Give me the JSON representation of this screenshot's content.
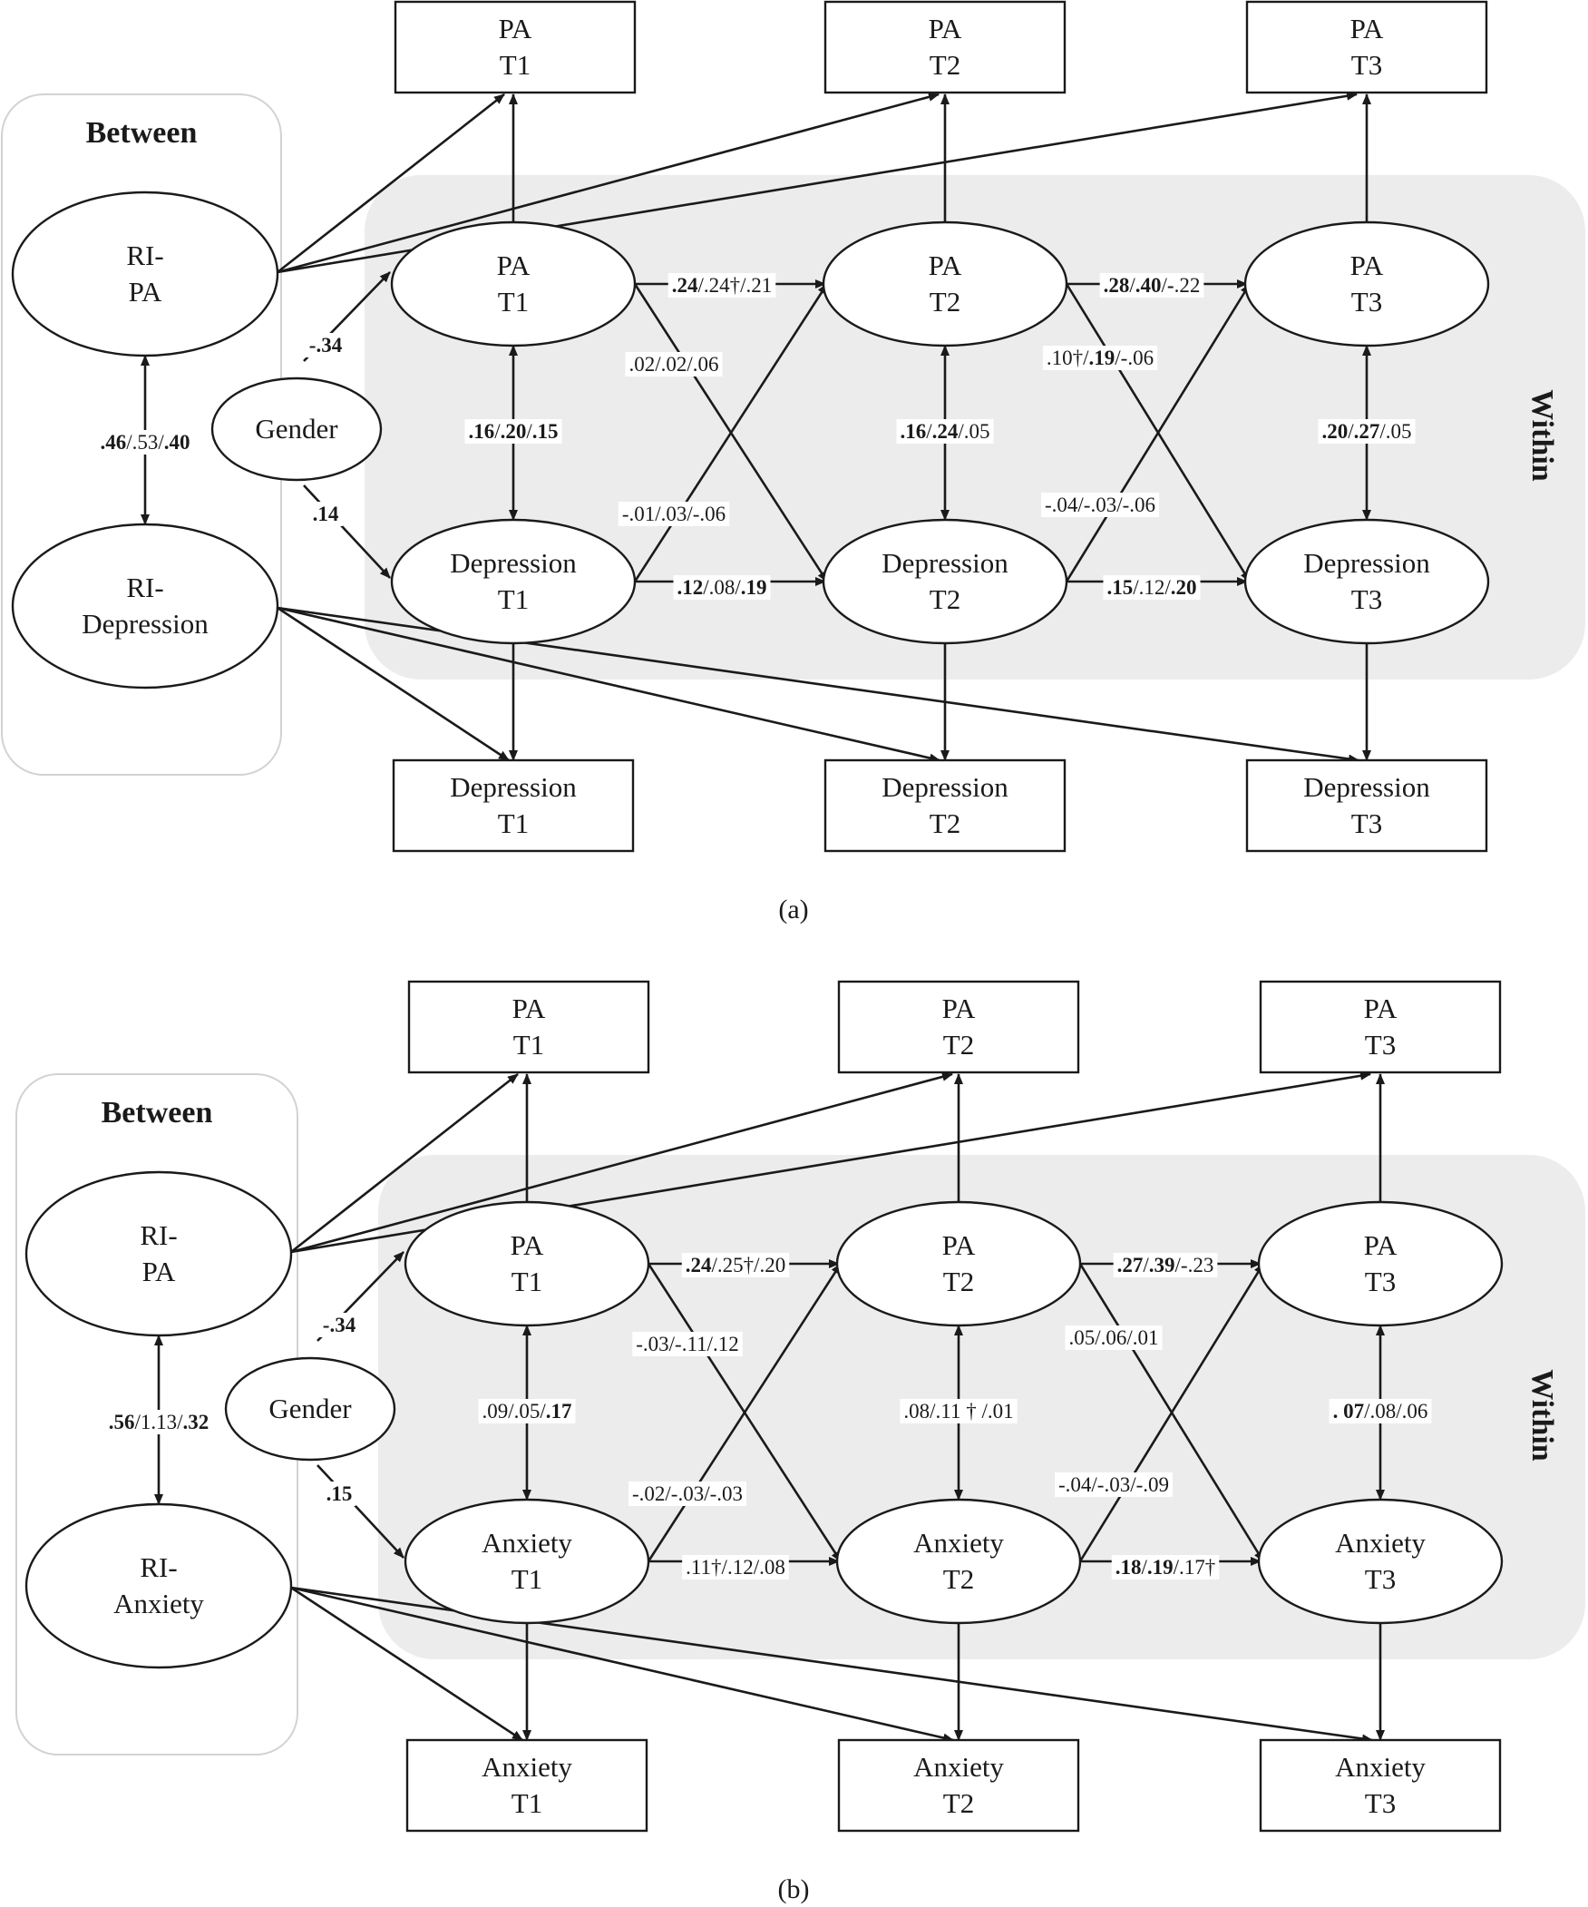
{
  "panels": [
    {
      "id": "a",
      "caption": "(a)",
      "between_label": "Between",
      "within_label": "Within",
      "nodes": {
        "obs_pa_t1": [
          "PA",
          "T1"
        ],
        "obs_pa_t2": [
          "PA",
          "T2"
        ],
        "obs_pa_t3": [
          "PA",
          "T3"
        ],
        "ri_pa": [
          "RI-",
          "PA"
        ],
        "ri_y": [
          "RI-",
          "Depression"
        ],
        "gender": [
          "Gender"
        ],
        "pa_t1": [
          "PA",
          "T1"
        ],
        "pa_t2": [
          "PA",
          "T2"
        ],
        "pa_t3": [
          "PA",
          "T3"
        ],
        "y_t1": [
          "Depression",
          "T1"
        ],
        "y_t2": [
          "Depression",
          "T2"
        ],
        "y_t3": [
          "Depression",
          "T3"
        ],
        "obs_y_t1": [
          "Depression",
          "T1"
        ],
        "obs_y_t2": [
          "Depression",
          "T2"
        ],
        "obs_y_t3": [
          "Depression",
          "T3"
        ]
      },
      "labels": {
        "ri_cov": [
          [
            ".46",
            true
          ],
          [
            "/.53/",
            false
          ],
          [
            ".40",
            true
          ]
        ],
        "gender_pa": [
          [
            "-.34",
            true
          ]
        ],
        "gender_y": [
          [
            ".14",
            true
          ]
        ],
        "cov_t1": [
          [
            ".16",
            true
          ],
          [
            "/",
            false
          ],
          [
            ".20",
            true
          ],
          [
            "/",
            false
          ],
          [
            ".15",
            true
          ]
        ],
        "cov_t2": [
          [
            ".16",
            true
          ],
          [
            "/",
            false
          ],
          [
            ".24",
            true
          ],
          [
            "/.05",
            false
          ]
        ],
        "cov_t3": [
          [
            ".20",
            true
          ],
          [
            "/",
            false
          ],
          [
            ".27",
            true
          ],
          [
            "/.05",
            false
          ]
        ],
        "ar_pa_12": [
          [
            ".24",
            true
          ],
          [
            "/.24†/.21",
            false
          ]
        ],
        "ar_pa_23": [
          [
            ".28",
            true
          ],
          [
            "/",
            false
          ],
          [
            ".40",
            true
          ],
          [
            "/",
            false
          ],
          [
            "-",
            true
          ],
          [
            ".22",
            false
          ]
        ],
        "ar_y_12": [
          [
            ".12",
            true
          ],
          [
            "/.08/",
            false
          ],
          [
            ".19",
            true
          ]
        ],
        "ar_y_23": [
          [
            ".15",
            true
          ],
          [
            "/.12/",
            false
          ],
          [
            ".20",
            true
          ]
        ],
        "cl_pa_y_12": [
          [
            ".02/.02/.06",
            false
          ]
        ],
        "cl_pa_y_23": [
          [
            ".10†/",
            false
          ],
          [
            ".19",
            true
          ],
          [
            "/-.06",
            false
          ]
        ],
        "cl_y_pa_12": [
          [
            "-.01/.03/-.06",
            false
          ]
        ],
        "cl_y_pa_23": [
          [
            "-.04/-.03/-.06",
            false
          ]
        ]
      }
    },
    {
      "id": "b",
      "caption": "(b)",
      "between_label": "Between",
      "within_label": "Within",
      "nodes": {
        "obs_pa_t1": [
          "PA",
          "T1"
        ],
        "obs_pa_t2": [
          "PA",
          "T2"
        ],
        "obs_pa_t3": [
          "PA",
          "T3"
        ],
        "ri_pa": [
          "RI-",
          "PA"
        ],
        "ri_y": [
          "RI-",
          "Anxiety"
        ],
        "gender": [
          "Gender"
        ],
        "pa_t1": [
          "PA",
          "T1"
        ],
        "pa_t2": [
          "PA",
          "T2"
        ],
        "pa_t3": [
          "PA",
          "T3"
        ],
        "y_t1": [
          "Anxiety",
          "T1"
        ],
        "y_t2": [
          "Anxiety",
          "T2"
        ],
        "y_t3": [
          "Anxiety",
          "T3"
        ],
        "obs_y_t1": [
          "Anxiety",
          "T1"
        ],
        "obs_y_t2": [
          "Anxiety",
          "T2"
        ],
        "obs_y_t3": [
          "Anxiety",
          "T3"
        ]
      },
      "labels": {
        "ri_cov": [
          [
            ".56",
            true
          ],
          [
            "/1.13/",
            false
          ],
          [
            ".32",
            true
          ]
        ],
        "gender_pa": [
          [
            "-.34",
            true
          ]
        ],
        "gender_y": [
          [
            ".15",
            true
          ]
        ],
        "cov_t1": [
          [
            ".09/.05/",
            false
          ],
          [
            ".17",
            true
          ]
        ],
        "cov_t2": [
          [
            ".08/.11 † /.01",
            false
          ]
        ],
        "cov_t3": [
          [
            ". 07",
            true
          ],
          [
            "/.08/.06",
            false
          ]
        ],
        "ar_pa_12": [
          [
            ".24",
            true
          ],
          [
            "/.25†/.20",
            false
          ]
        ],
        "ar_pa_23": [
          [
            ".27",
            true
          ],
          [
            "/",
            false
          ],
          [
            ".39",
            true
          ],
          [
            "/-.23",
            false
          ]
        ],
        "ar_y_12": [
          [
            ".11†/.12/.08",
            false
          ]
        ],
        "ar_y_23": [
          [
            ".18",
            true
          ],
          [
            "/",
            false
          ],
          [
            ".19",
            true
          ],
          [
            "/.17†",
            false
          ]
        ],
        "cl_pa_y_12": [
          [
            "-.03/-.11/.12",
            false
          ]
        ],
        "cl_pa_y_23": [
          [
            ".05/.06/.01",
            false
          ]
        ],
        "cl_y_pa_12": [
          [
            "-.02/-.03/-.03",
            false
          ]
        ],
        "cl_y_pa_23": [
          [
            "-.04/-.03/-.09",
            false
          ]
        ]
      }
    }
  ]
}
